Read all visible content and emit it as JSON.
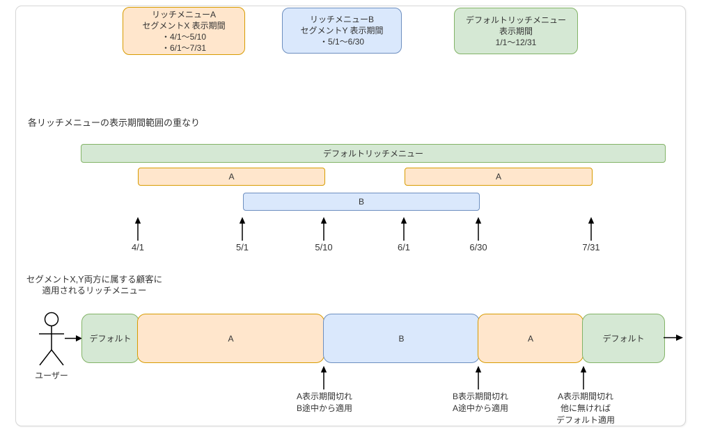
{
  "legend": [
    {
      "lines": [
        "リッチメニューA",
        "セグメントX 表示期間",
        "・4/1〜5/10",
        "・6/1〜7/31"
      ]
    },
    {
      "lines": [
        "リッチメニューB",
        "セグメントY 表示期間",
        "・5/1〜6/30"
      ]
    },
    {
      "lines": [
        "デフォルトリッチメニュー",
        "表示期間",
        "1/1〜12/31"
      ]
    }
  ],
  "overlap": {
    "title": "各リッチメニューの表示期間範囲の重なり",
    "default_bar_label": "デフォルトリッチメニュー",
    "bar_a1_label": "A",
    "bar_a2_label": "A",
    "bar_b_label": "B",
    "dates": [
      "4/1",
      "5/1",
      "5/10",
      "6/1",
      "6/30",
      "7/31"
    ]
  },
  "timeline": {
    "title_line1": "セグメントX,Y両方に属する顧客に",
    "title_line2": "適用されるリッチメニュー",
    "user_label": "ユーザー",
    "segments": [
      {
        "label": "デフォルト",
        "color": "green"
      },
      {
        "label": "A",
        "color": "orange"
      },
      {
        "label": "B",
        "color": "blue"
      },
      {
        "label": "A",
        "color": "orange"
      },
      {
        "label": "デフォルト",
        "color": "green"
      }
    ],
    "annotations": [
      {
        "lines": [
          "A表示期間切れ",
          "B途中から適用"
        ]
      },
      {
        "lines": [
          "B表示期間切れ",
          "A途中から適用"
        ]
      },
      {
        "lines": [
          "A表示期間切れ",
          "他に無ければ",
          "デフォルト適用"
        ]
      }
    ]
  },
  "colors": {
    "orange_fill": "#FFE6CC",
    "orange_stroke": "#D79B00",
    "blue_fill": "#DAE8FC",
    "blue_stroke": "#6C8EBF",
    "green_fill": "#D5E8D4",
    "green_stroke": "#82B366",
    "frame_border": "#D6D6D6",
    "text": "#333333",
    "arrow": "#000000"
  }
}
